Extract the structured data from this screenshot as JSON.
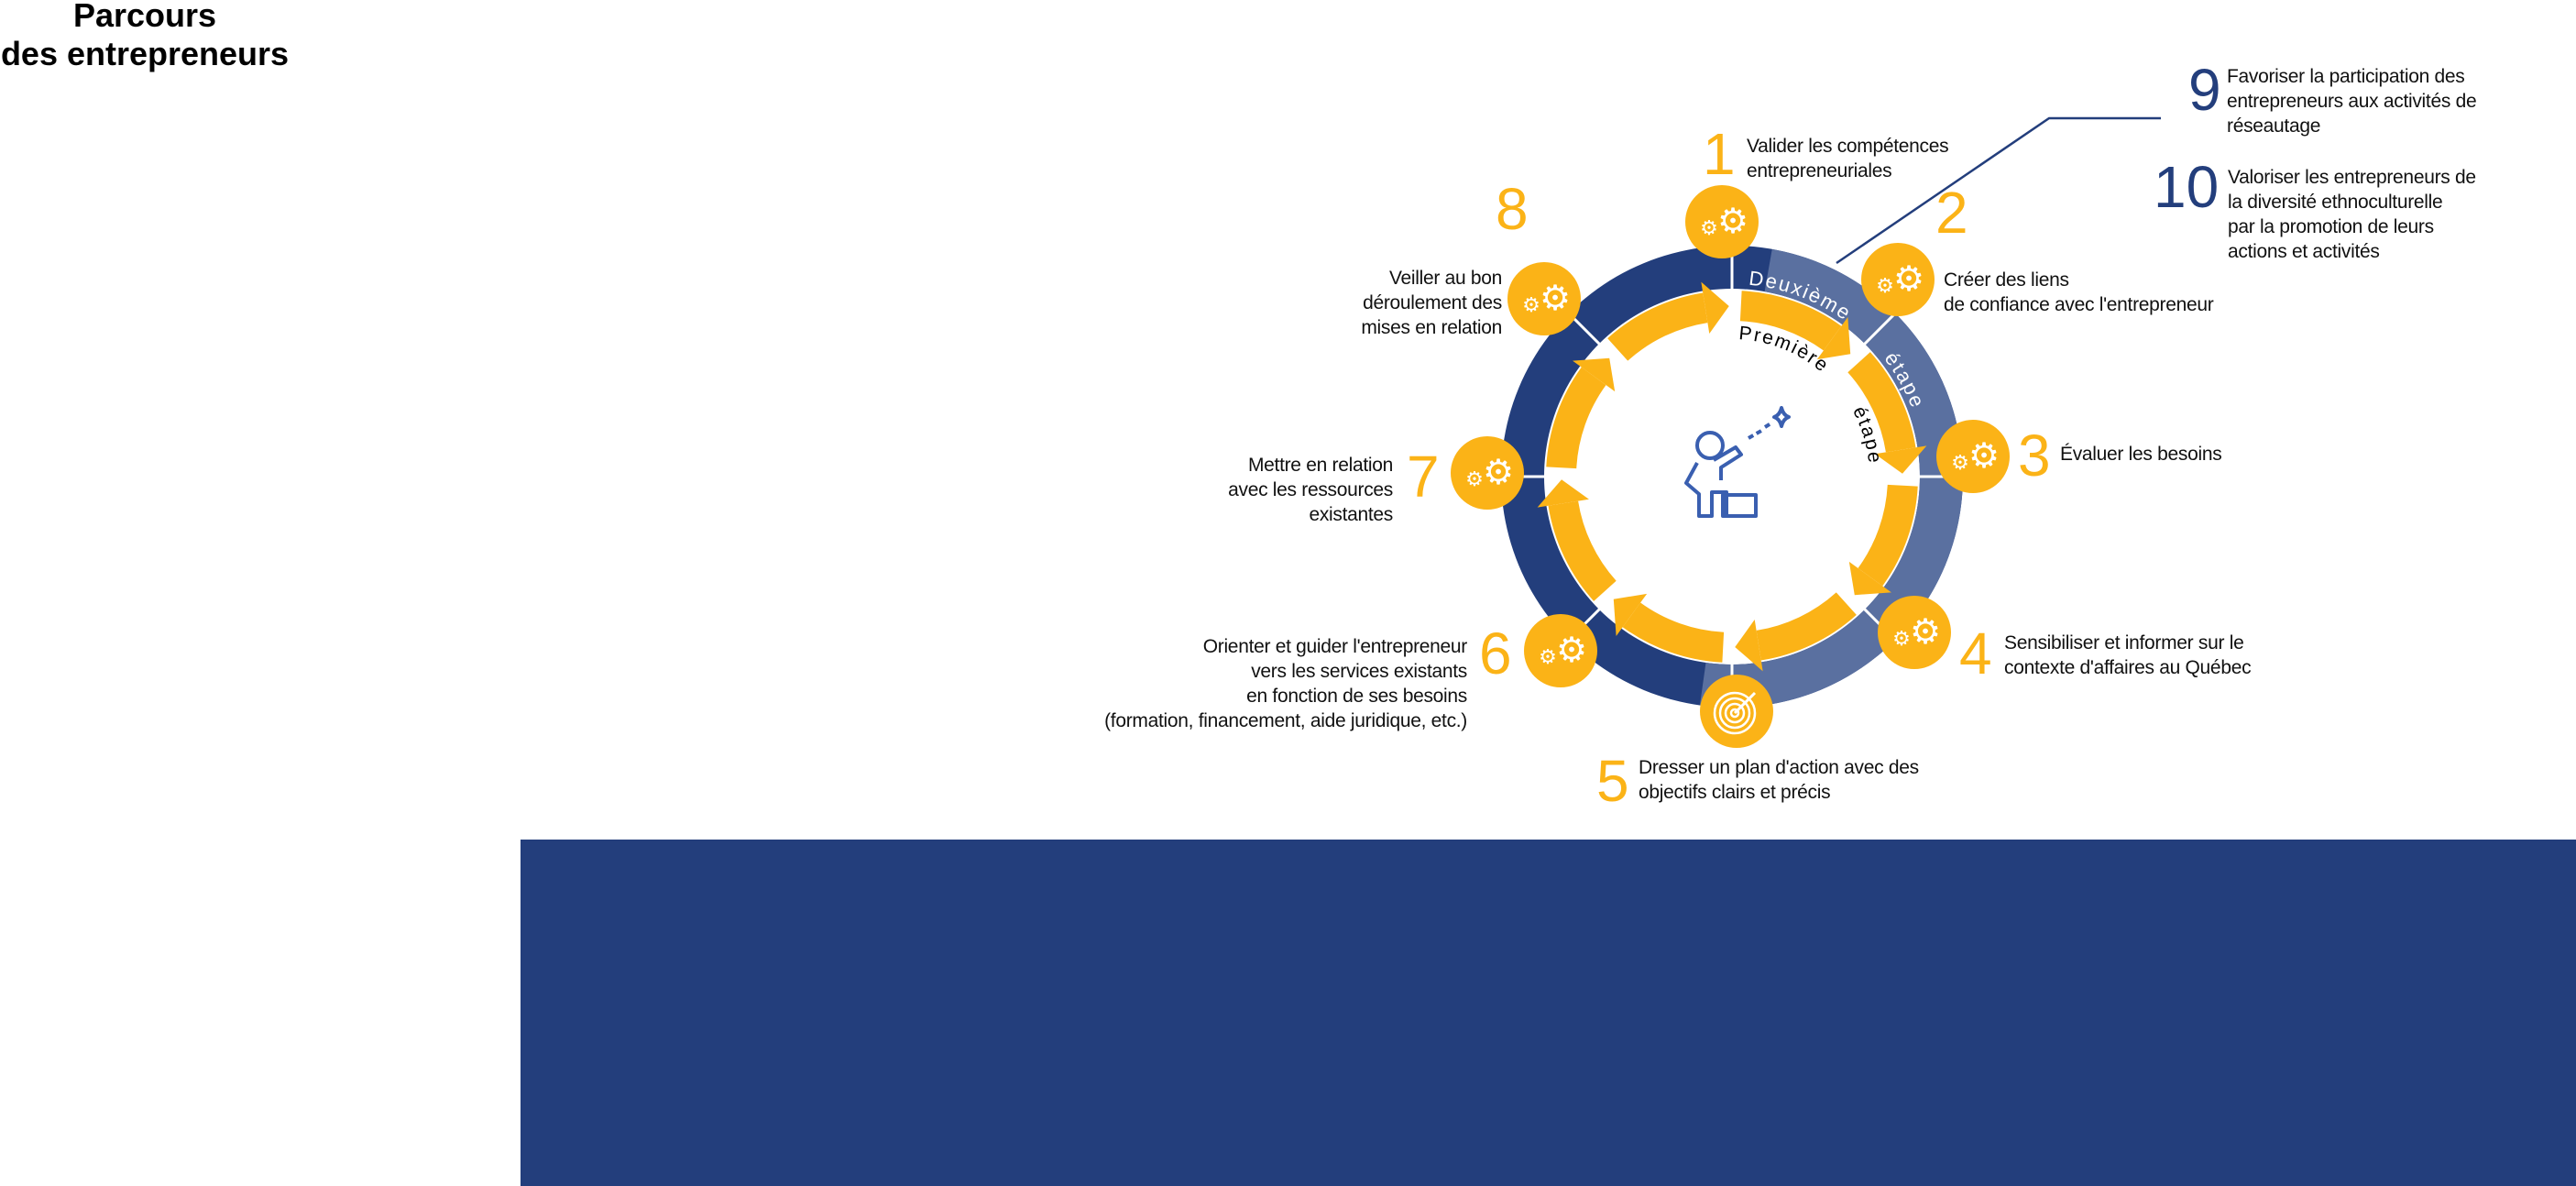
{
  "title": {
    "line1": "Parcours",
    "line2": "des entrepreneurs"
  },
  "colors": {
    "navy": "#233e7c",
    "steel": "#5a70a0",
    "yellow": "#fbb317",
    "icon_blue": "#3a5fb0"
  },
  "ring": {
    "outer_label_a": "Deuxième",
    "outer_label_b": "étape",
    "inner_label_a": "Première",
    "inner_label_b": "étape"
  },
  "center_icon": "person-reaching-star-icon",
  "steps": [
    {
      "num": "1",
      "lines": [
        "Valider les compétences",
        "entrepreneuriales"
      ],
      "icon": "gears-icon"
    },
    {
      "num": "2",
      "lines": [
        "Créer des liens",
        "de confiance avec l'entrepreneur"
      ],
      "icon": "gears-icon"
    },
    {
      "num": "3",
      "lines": [
        "Évaluer les besoins"
      ],
      "icon": "gears-icon"
    },
    {
      "num": "4",
      "lines": [
        "Sensibiliser et informer sur le",
        "contexte d'affaires au Québec"
      ],
      "icon": "gears-icon"
    },
    {
      "num": "5",
      "lines": [
        "Dresser un plan d'action avec des",
        "objectifs clairs et précis"
      ],
      "icon": "target-icon"
    },
    {
      "num": "6",
      "lines": [
        "Orienter et guider l'entrepreneur",
        "vers les services existants",
        "en fonction de ses besoins",
        "(formation, financement, aide juridique, etc.)"
      ],
      "icon": "gears-icon"
    },
    {
      "num": "7",
      "lines": [
        "Mettre en relation",
        "avec les ressources",
        "existantes"
      ],
      "icon": "gears-icon"
    },
    {
      "num": "8",
      "lines": [
        "Veiller au bon",
        "déroulement des",
        "mises en relation"
      ],
      "icon": "gears-icon"
    },
    {
      "num": "9",
      "lines": [
        "Favoriser la participation des",
        "entrepreneurs aux activités de",
        "réseautage"
      ]
    },
    {
      "num": "10",
      "lines": [
        "Valoriser les entrepreneurs de",
        "la diversité ethnoculturelle",
        "par la promotion de leurs",
        "actions et activités"
      ]
    }
  ]
}
